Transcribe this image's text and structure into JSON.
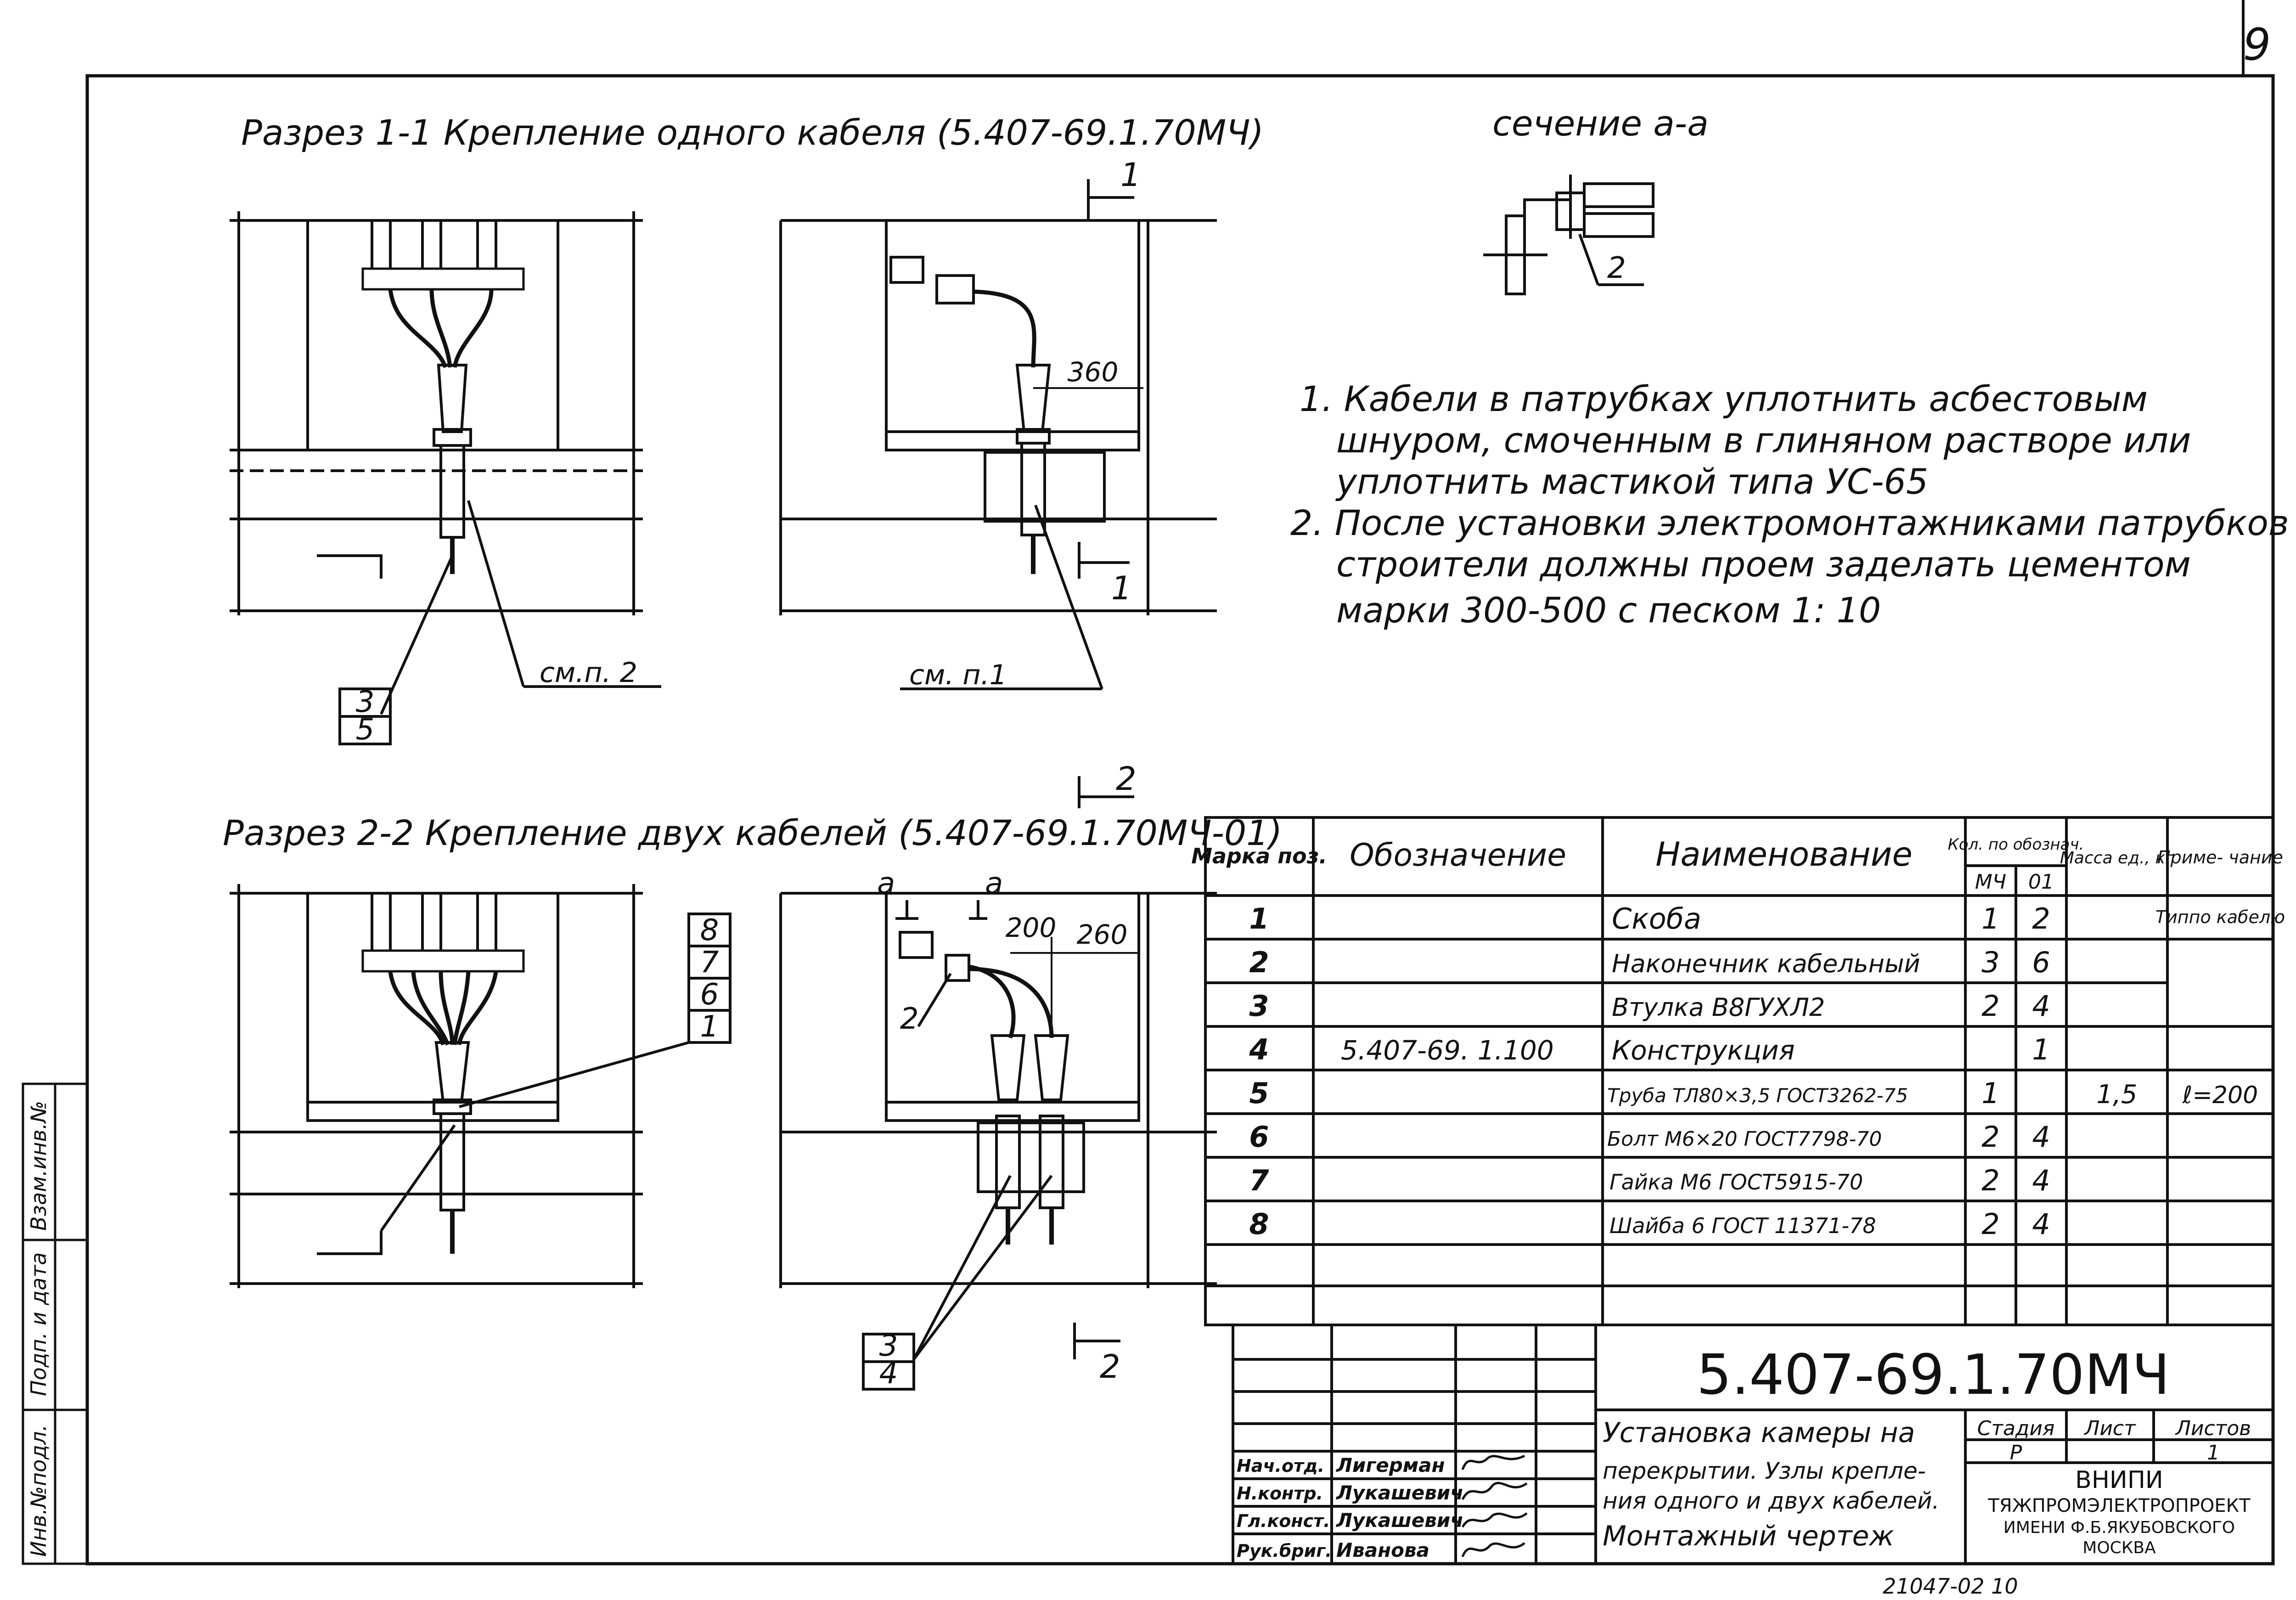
{
  "sheet": {
    "page_number": "9",
    "bottom_code": "21047-02   10"
  },
  "section_1": {
    "title": "Разрез 1-1   Крепление одного кабеля (5.407-69.1.70МЧ)",
    "labels": {
      "dim_360": "360",
      "cut_mark_top": "1",
      "cut_mark_bottom": "1",
      "callout_3": "3",
      "callout_5": "5",
      "see_p2": "см.п. 2",
      "see_p1": "см. п.1"
    }
  },
  "section_2": {
    "title": "Разрез 2-2   Крепление двух кабелей (5.407-69.1.70МЧ-01)",
    "labels": {
      "cut_mark_top": "2",
      "cut_mark_bottom": "2",
      "a_left": "а",
      "a_right": "а",
      "dim_200": "200",
      "dim_260": "260",
      "callout_8": "8",
      "callout_7": "7",
      "callout_6": "6",
      "callout_1": "1",
      "callout_2": "2",
      "callout_3": "3",
      "callout_4": "4"
    }
  },
  "section_aa": {
    "title": "сечение а-а",
    "callout": "2"
  },
  "notes": [
    "1. Кабели в патрубках  уплотнить асбестовым",
    "шнуром, смоченным в глиняном  растворе или",
    "уплотнить  мастикой  типа  УС-65",
    "2. После установки электромонтажниками патрубков",
    "строители должны проем заделать  цементом",
    "марки 300-500  с песком 1: 10"
  ],
  "spec_table": {
    "headers": {
      "mark": "Марка поз.",
      "designation": "Обозначение",
      "name": "Наименование",
      "qty": "Кол. по обознач.",
      "qty_mch": "МЧ",
      "qty_01": "01",
      "mass": "Масса ед., кг",
      "note": "Приме- чание"
    },
    "rows": [
      {
        "pos": "1",
        "designation": "",
        "name": "Скоба",
        "mch": "1",
        "v01": "2",
        "mass": "",
        "note": "Типпо кабелю"
      },
      {
        "pos": "2",
        "designation": "",
        "name": "Наконечник кабельный",
        "mch": "3",
        "v01": "6",
        "mass": "",
        "note": ""
      },
      {
        "pos": "3",
        "designation": "",
        "name": "Втулка  В8ГУХЛ2",
        "mch": "2",
        "v01": "4",
        "mass": "",
        "note": ""
      },
      {
        "pos": "4",
        "designation": "5.407-69. 1.100",
        "name": "Конструкция",
        "mch": "",
        "v01": "1",
        "mass": "",
        "note": ""
      },
      {
        "pos": "5",
        "designation": "",
        "name": "Труба ТЛ80×3,5 ГОСТ3262-75",
        "mch": "1",
        "v01": "",
        "mass": "1,5",
        "note": "ℓ=200"
      },
      {
        "pos": "6",
        "designation": "",
        "name": "Болт М6×20 ГОСТ7798-70",
        "mch": "2",
        "v01": "4",
        "mass": "",
        "note": ""
      },
      {
        "pos": "7",
        "designation": "",
        "name": "Гайка  М6 ГОСТ5915-70",
        "mch": "2",
        "v01": "4",
        "mass": "",
        "note": ""
      },
      {
        "pos": "8",
        "designation": "",
        "name": "Шайба 6 ГОСТ 11371-78",
        "mch": "2",
        "v01": "4",
        "mass": "",
        "note": ""
      }
    ]
  },
  "title_block": {
    "doc_code": "5.407-69.1.70МЧ",
    "description": [
      "Установка  камеры  на",
      "перекрытии. Узлы крепле-",
      "ния одного и двух кабелей.",
      "Монтажный  чертеж"
    ],
    "stage_header": "Стадия",
    "sheet_header": "Лист",
    "sheets_header": "Листов",
    "stage": "Р",
    "sheet": "",
    "sheets": "1",
    "organization": [
      "ВНИПИ",
      "ТЯЖПРОМЭЛЕКТРОПРОЕКТ",
      "ИМЕНИ Ф.Б.ЯКУБОВСКОГО",
      "МОСКВА"
    ],
    "staff": [
      {
        "role": "Нач.отд.",
        "name": "Лигерман"
      },
      {
        "role": "Н.контр.",
        "name": "Лукашевич"
      },
      {
        "role": "Гл.конст.",
        "name": "Лукашевич"
      },
      {
        "role": "Рук.бриг.",
        "name": "Иванова"
      }
    ]
  },
  "side_stamp": {
    "fields": [
      "Инв.№подл.",
      "Подп. и дата",
      "Взам.инв.№"
    ]
  }
}
